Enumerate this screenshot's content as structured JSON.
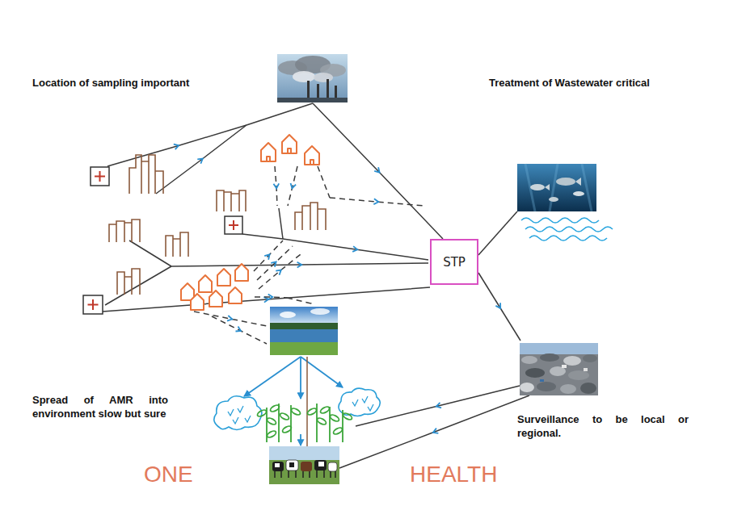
{
  "diagram": {
    "nodes": [
      {
        "text": [
          "STP"
        ]
      }
    ],
    "labels": [
      "Location of sampling important",
      "Treatment of Wastewater critical",
      "Spread of AMR into environment slow but sure",
      "Surveillance to be local or regional.",
      "ONE",
      "HEALTH"
    ]
  }
}
